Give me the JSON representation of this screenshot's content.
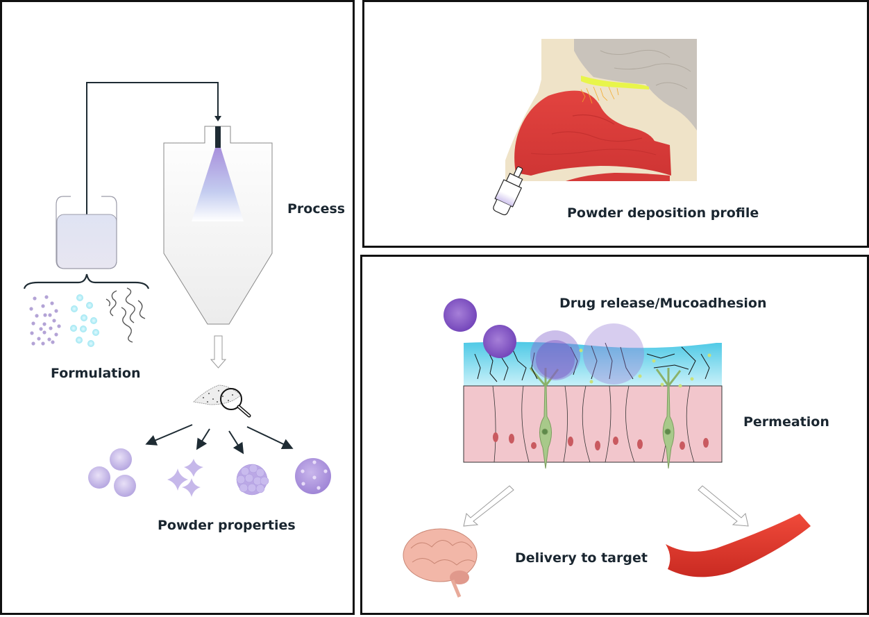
{
  "panels": {
    "left": {
      "labels": {
        "process": "Process",
        "formulation": "Formulation",
        "powder_properties": "Powder properties"
      }
    },
    "top_right": {
      "labels": {
        "deposition": "Powder deposition profile"
      }
    },
    "bottom_right": {
      "labels": {
        "drug_release": "Drug release/Mucoadhesion",
        "permeation": "Permeation",
        "delivery": "Delivery to target"
      }
    }
  },
  "colors": {
    "text": "#1a2630",
    "particle_purple": "#b7a8e0",
    "particle_cyan": "#a8ecf5",
    "mucus_blue": "#5fd3ea",
    "epithelium_pink": "#f2c2c8",
    "nasal_red": "#d9383a",
    "bone_beige": "#efe3c8",
    "brain_gray": "#c9c3bb",
    "olfactory_yellow": "#e8f54a",
    "neuron_green": "#a8c98a"
  }
}
